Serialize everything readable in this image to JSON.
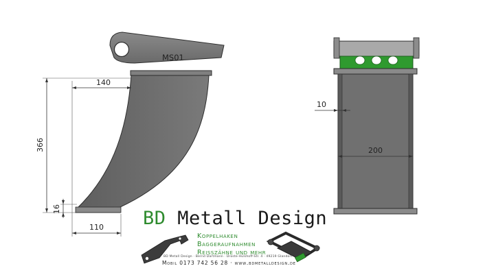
{
  "part_label": "MS01",
  "dimensions": {
    "shank_width": "140",
    "height": "366",
    "tip_thickness": "16",
    "tip_length": "110",
    "plate_thickness": "10",
    "width": "200"
  },
  "brand": {
    "name_prefix": "BD",
    "name_rest": " Metall Design",
    "services": [
      "Koppelhaken",
      "Baggeraufnahmen",
      "Reisszähne und mehr"
    ],
    "address": "BD Metall Design · Bernd Dartmann · Droste-Hülshoff-Str. 4 · 49219 Glandorf",
    "contact": "Mobil 0173 742 56 28 · www.bdmetalldesign.de"
  },
  "colors": {
    "steel": "#6f6f6f",
    "steel_dark": "#3a3a3a",
    "accent_green": "#2e8b2e",
    "bracket_green": "#2f9a2f"
  }
}
